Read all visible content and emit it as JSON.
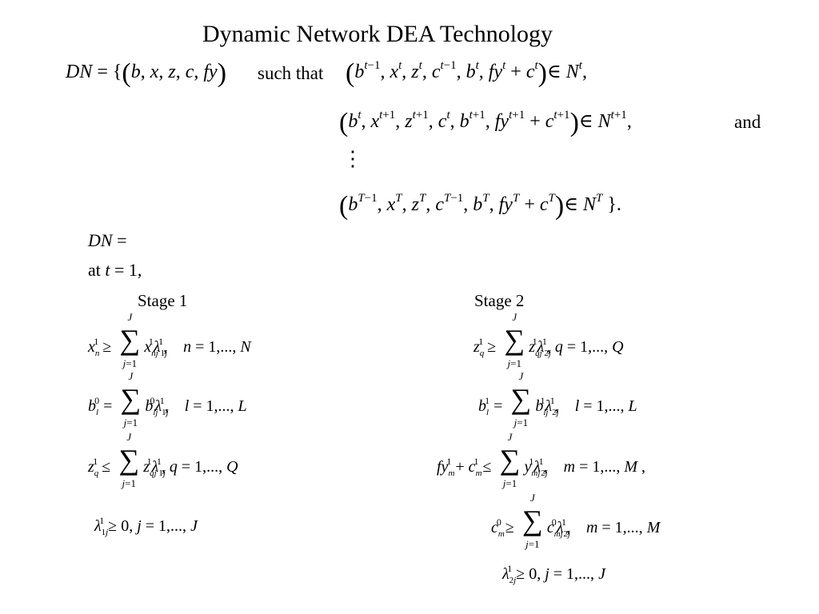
{
  "title": "Dynamic Network DEA Technology",
  "definition": {
    "row1_lhs": "DN = {(b, x, z, c, fy)",
    "row1_such_that": "such that",
    "row1_tuple": "(b^{t−1}, x^t, z^t, c^{t−1}, b^t, fy^t + c^t) ∈ N^t,",
    "row2_tuple": "(b^t, x^{t+1}, z^{t+1}, c^t, b^{t+1}, fy^{t+1} + c^{t+1}) ∈ N^{t+1},",
    "row2_and": "and",
    "row3_dots": "⋮",
    "row4_tuple": "(b^{T−1}, x^T, z^T, c^{T−1}, b^T, fy^T + c^T) ∈ N^T }."
  },
  "dn_label": "DN =",
  "at_t_label": "at t = 1,",
  "stage1": {
    "heading": "Stage 1",
    "eq1": "x_n^1 ≥ Σ_{j=1}^{J} x_{nj}^1 λ_{1j}^1,   n = 1,...,N",
    "eq2": "b_l^0 = Σ_{j=1}^{J} b_{lj}^0 λ_{1j}^1,   l = 1,...,L",
    "eq3": "z_q^1 ≤ Σ_{j=1}^{J} z_{qj}^1 λ_{1j}^1, q = 1,...,Q",
    "eq4": "λ_{1j}^1 ≥ 0, j = 1,..., J"
  },
  "stage2": {
    "heading": "Stage 2",
    "eq1": "z_q^1 ≥ Σ_{j=1}^{J} z_{qj}^1 λ_{2j}^1, q = 1,...,Q",
    "eq2": "b_l^1 = Σ_{j=1}^{J} b_{lj}^1 λ_{2j}^1,   l = 1,...,L",
    "eq3": "fy_m^1 + c_m^1 ≤ Σ_{j=1}^{J} y_{mj}^1 λ_{2j}^1,   m = 1,...,M,",
    "eq4": "c_m^0 ≥ Σ_{j=1}^{J} c_{mj}^0 λ_{2j}^1,   m = 1,...,M",
    "eq5": "λ_{2j}^1 ≥ 0, j = 1,..., J"
  }
}
